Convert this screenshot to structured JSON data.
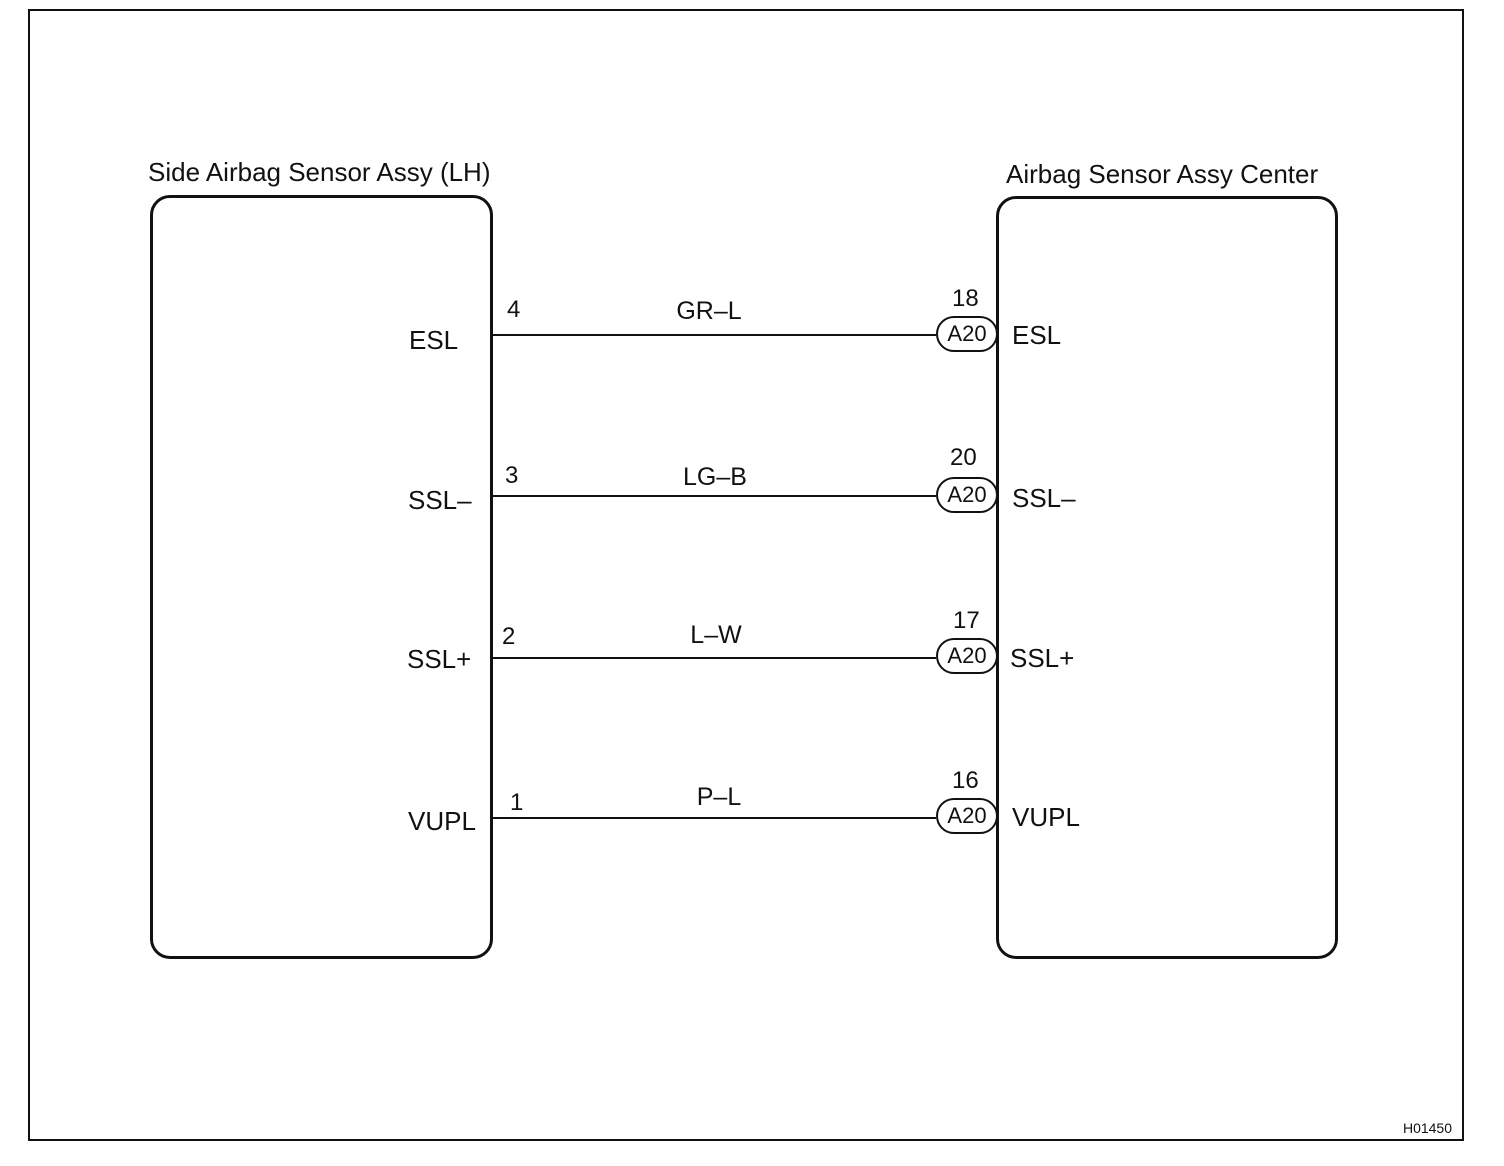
{
  "left_unit": {
    "title": "Side Airbag Sensor Assy (LH)"
  },
  "right_unit": {
    "title": "Airbag Sensor Assy Center"
  },
  "wires": [
    {
      "left_terminal": "ESL",
      "left_pin": "4",
      "color": "GR–L",
      "connector": "A20",
      "right_pin": "18",
      "right_terminal": "ESL"
    },
    {
      "left_terminal": "SSL–",
      "left_pin": "3",
      "color": "LG–B",
      "connector": "A20",
      "right_pin": "20",
      "right_terminal": "SSL–"
    },
    {
      "left_terminal": "SSL+",
      "left_pin": "2",
      "color": "L–W",
      "connector": "A20",
      "right_pin": "17",
      "right_terminal": "SSL+"
    },
    {
      "left_terminal": "VUPL",
      "left_pin": "1",
      "color": "P–L",
      "connector": "A20",
      "right_pin": "16",
      "right_terminal": "VUPL"
    }
  ],
  "diagram_code": "H01450"
}
